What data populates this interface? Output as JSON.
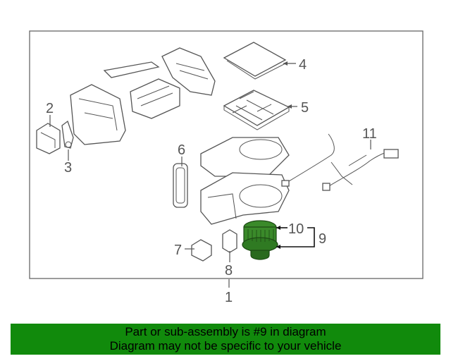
{
  "callouts": {
    "c1": "1",
    "c2": "2",
    "c3": "3",
    "c4": "4",
    "c5": "5",
    "c6": "6",
    "c7": "7",
    "c8": "8",
    "c9": "9",
    "c10": "10",
    "c11": "11"
  },
  "highlight": {
    "part_number": "9",
    "color": "#3a8a2a"
  },
  "banner": {
    "line1": "Part or sub-assembly is #9 in diagram",
    "line2": "Diagram may not be specific to your vehicle",
    "color": "#118a0c"
  }
}
